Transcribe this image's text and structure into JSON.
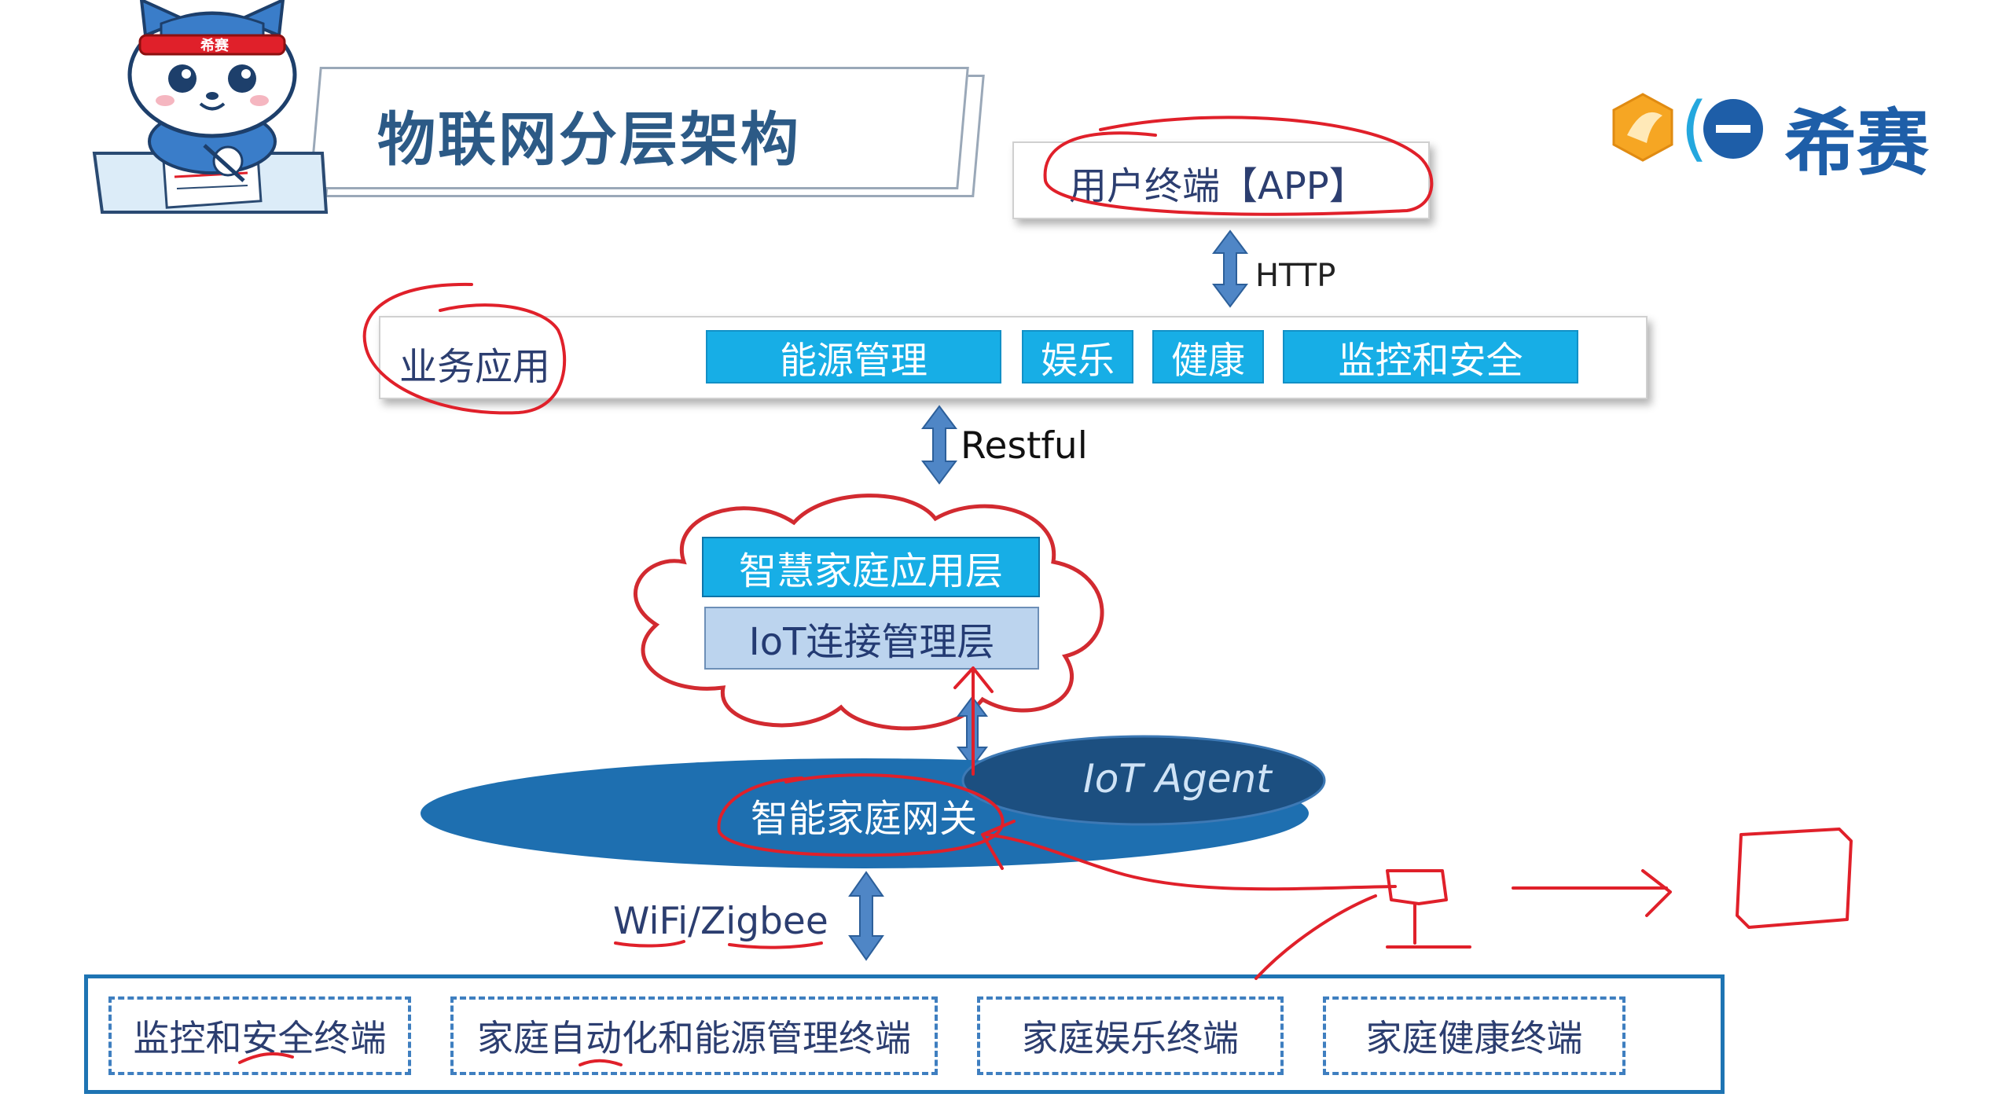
{
  "title": "物联网分层架构",
  "logo": {
    "text": "希赛",
    "mascot_badge": "希赛"
  },
  "app_box": {
    "label": "用户终端【APP】"
  },
  "protocols": {
    "http": "HTTP",
    "restful": "Restful",
    "wifi": "WiFi/Zigbee"
  },
  "business": {
    "label": "业务应用",
    "items": [
      "能源管理",
      "娱乐",
      "健康",
      "监控和安全"
    ]
  },
  "cloud": {
    "app_layer": "智慧家庭应用层",
    "iot_layer": "IoT连接管理层"
  },
  "gateway": {
    "label": "智能家庭网关",
    "agent": "IoT Agent"
  },
  "terminals": [
    "监控和安全终端",
    "家庭自动化和能源管理终端",
    "家庭娱乐终端",
    "家庭健康终端"
  ],
  "colors": {
    "accent_blue": "#17aee6",
    "dark_blue": "#1e6fb0",
    "annotation_red": "#e0202a",
    "title_blue": "#2c5a86"
  }
}
